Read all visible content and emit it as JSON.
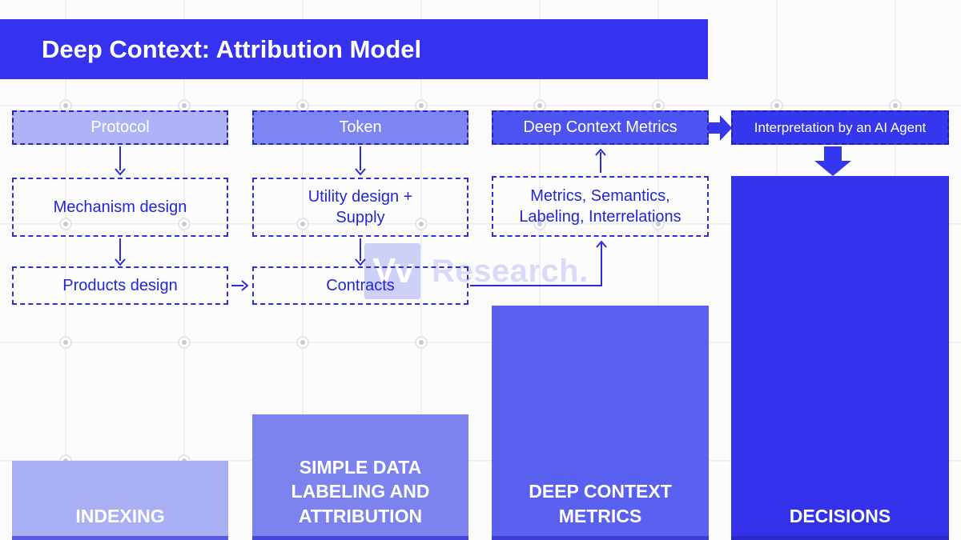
{
  "title": "Deep Context: Attribution Model",
  "watermark": {
    "logo": "Vv",
    "brand": "Research."
  },
  "flow": {
    "protocol": "Protocol",
    "token": "Token",
    "deep_context_metrics": "Deep Context Metrics",
    "interpretation": "Interpretation by an AI Agent",
    "mechanism_design": "Mechanism design",
    "utility_design": "Utility design + Supply",
    "metrics_semantics": "Metrics, Semantics, Labeling, Interrelations",
    "products_design": "Products design",
    "contracts": "Contracts"
  },
  "stages": {
    "indexing": "INDEXING",
    "simple_data": "SIMPLE DATA LABELING AND ATTRIBUTION",
    "deep_context_metrics": "DEEP CONTEXT METRICS",
    "decisions": "DECISIONS"
  },
  "colors": {
    "banner": "#3533f1",
    "protocol": "#adb3f6",
    "token": "#7d84f3",
    "metrics_header": "#4c53f1",
    "interpretation": "#3437ed",
    "indexing": "#a9aff3",
    "indexing_edge": "#5a5ae6",
    "simple_data": "#7c82ee",
    "simple_data_edge": "#4545db",
    "deep_metrics": "#5a60ef",
    "deep_metrics_edge": "#3e3ed7",
    "decisions": "#3332ea",
    "decisions_edge": "#2a2acb",
    "connector": "#2c2cdc",
    "thick_arrow": "#3437ed",
    "watermark_text": "#d8daf7",
    "watermark_tile": "#cdd1f8"
  }
}
